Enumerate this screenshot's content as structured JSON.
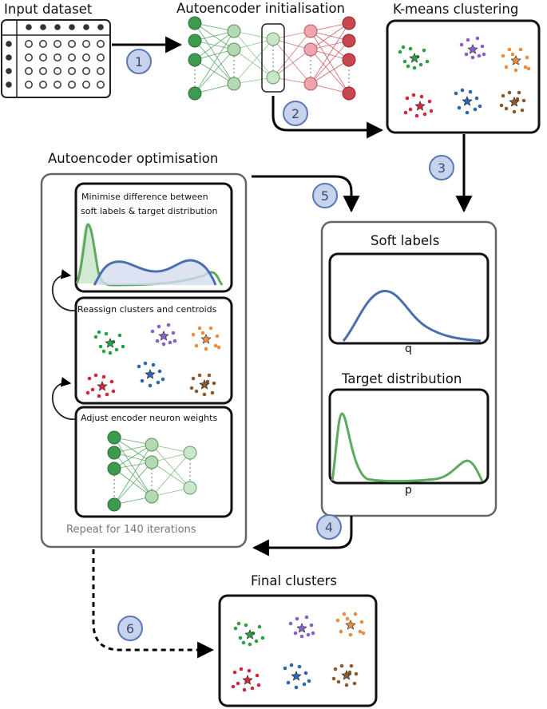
{
  "titles": {
    "input_dataset": "Input dataset",
    "ae_init": "Autoencoder initialisation",
    "kmeans": "K-means clustering",
    "ae_opt": "Autoencoder optimisation",
    "final": "Final clusters",
    "soft_labels": "Soft labels",
    "target": "Target distribution"
  },
  "boxes": {
    "minimise": [
      "Minimise difference between",
      "soft labels & target distribution"
    ],
    "reassign": "Reassign clusters and centroids",
    "adjust": "Adjust encoder neuron weights",
    "repeat": "Repeat for 140 iterations"
  },
  "axis": {
    "q": "q",
    "p": "p"
  },
  "steps": [
    "1",
    "2",
    "3",
    "4",
    "5",
    "6"
  ],
  "colors": {
    "step_fill": "#c7d3ea",
    "step_stroke": "#5a78b8",
    "encoder_green": "#3d9a4e",
    "encoder_light": "#b3d9b3",
    "decoder_red": "#c9454f",
    "decoder_light": "#f0a5aa",
    "soft_blue": "#4a6fb0",
    "target_green": "#5fa85f",
    "cluster_green": "#2ca048",
    "cluster_purple": "#8a5fc7",
    "cluster_orange": "#f08a3c",
    "cluster_red": "#d2283c",
    "cluster_blue": "#2a67b8",
    "cluster_brown": "#8c5a2e"
  }
}
